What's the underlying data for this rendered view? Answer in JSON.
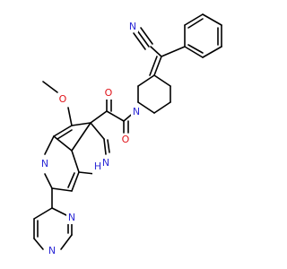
{
  "atom_labels": {
    "nitrile_n": "N",
    "carbonyl_o1": "O",
    "carbonyl_o2": "O",
    "methoxy_o": "O",
    "pyridine_n": "N",
    "pyrrole_nh": "N",
    "pyrrole_h": "H",
    "piperidine_n": "N",
    "pyrazine_n1": "N",
    "pyrazine_n2": "N"
  },
  "colors": {
    "bond": "#000000",
    "nitrogen": "#2d2ad6",
    "oxygen": "#e0141a",
    "background": "#ffffff"
  }
}
